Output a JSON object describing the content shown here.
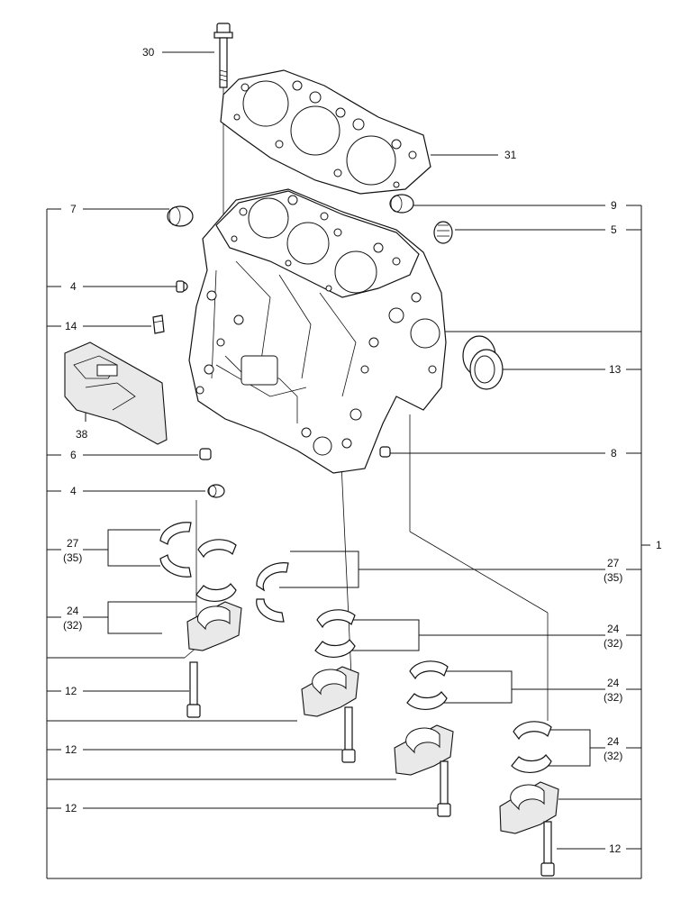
{
  "callouts": {
    "c30": "30",
    "c31": "31",
    "c7": "7",
    "c9": "9",
    "c5": "5",
    "c4a": "4",
    "c14": "14",
    "c13": "13",
    "c38": "38",
    "c6": "6",
    "c8": "8",
    "c4b": "4",
    "c27a": "27",
    "c35a": "(35)",
    "c1": "1",
    "c27b": "27",
    "c35b": "(35)",
    "c24a": "24",
    "c32a": "(32)",
    "c24b": "24",
    "c32b": "(32)",
    "c24c": "24",
    "c32c": "(32)",
    "c24d": "24",
    "c32d": "(32)",
    "c12a": "12",
    "c12b": "12",
    "c12c": "12",
    "c12d": "12"
  }
}
